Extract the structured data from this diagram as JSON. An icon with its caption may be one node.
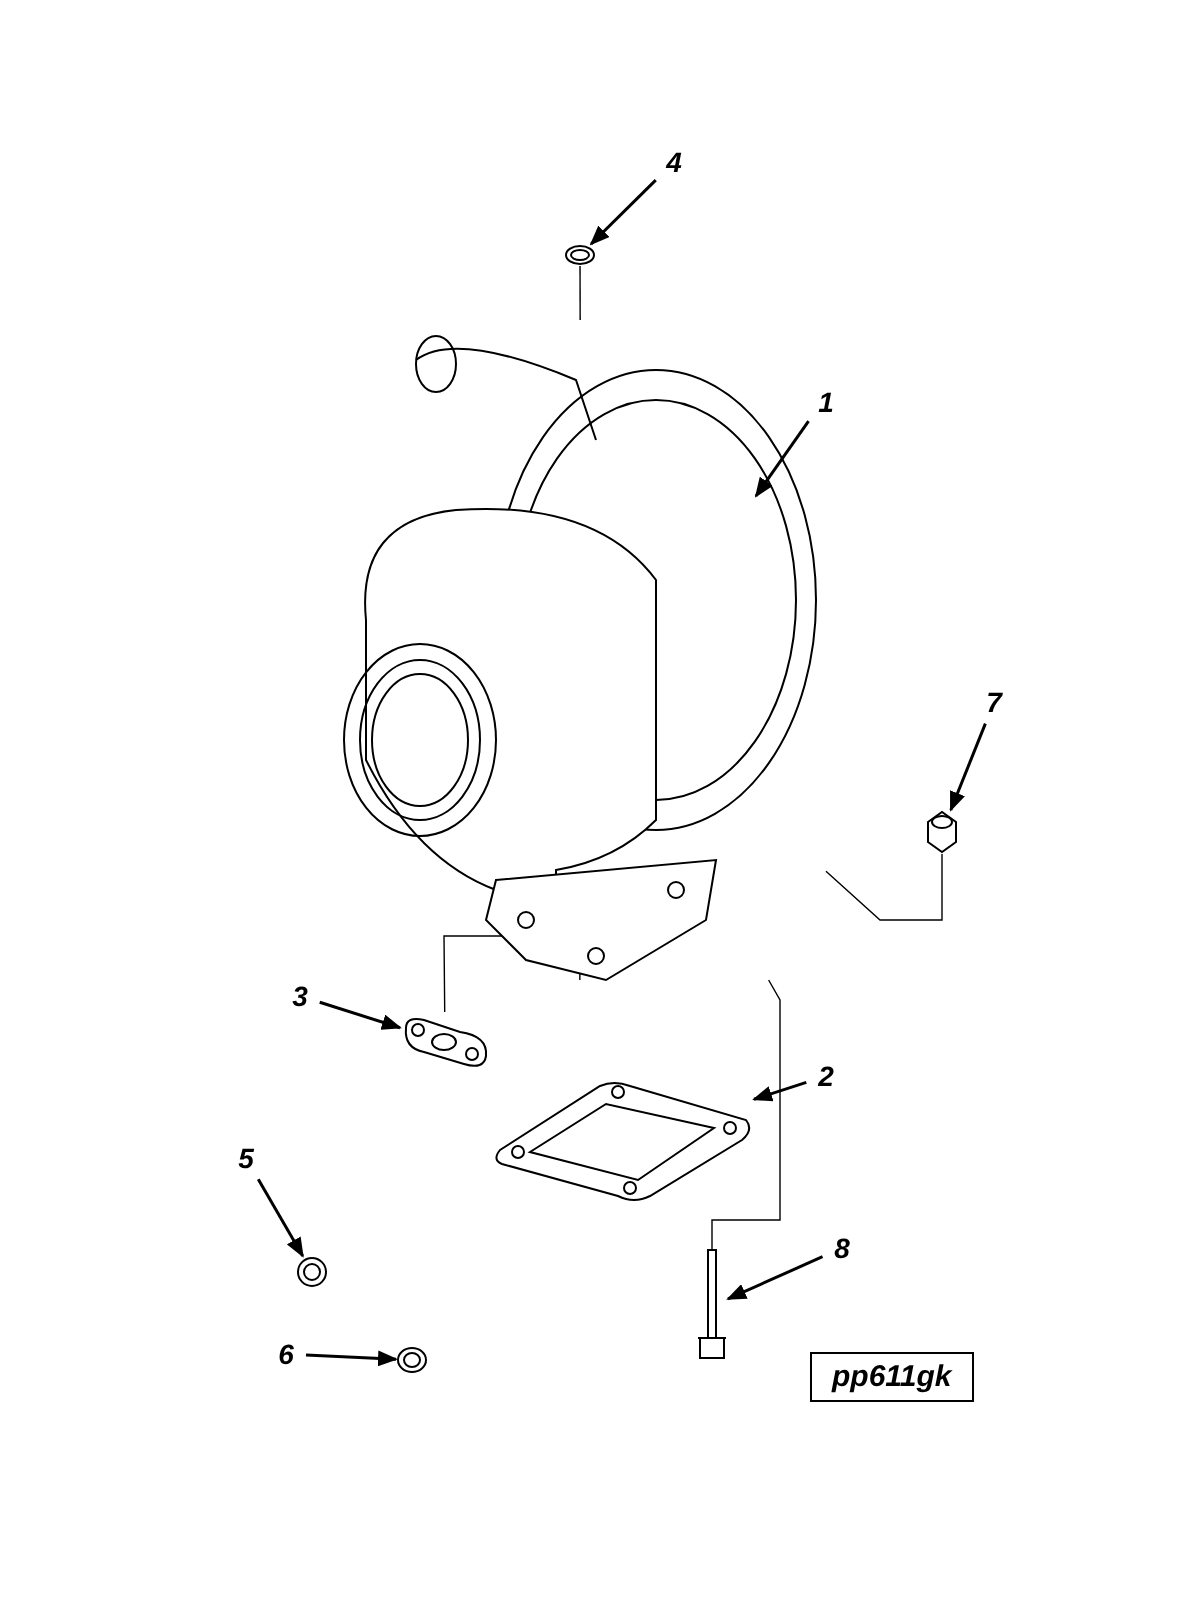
{
  "diagram": {
    "nodes": [
      {
        "text": [
          "4"
        ]
      },
      {
        "text": [
          "1"
        ]
      },
      {
        "text": [
          "7"
        ]
      },
      {
        "text": [
          "3"
        ]
      },
      {
        "text": [
          "2"
        ]
      },
      {
        "text": [
          "5"
        ]
      },
      {
        "text": [
          "8"
        ]
      },
      {
        "text": [
          "6"
        ]
      },
      {
        "text": [],
        "shape": "picture"
      },
      {
        "text": [],
        "shape": "picture"
      },
      {
        "text": [],
        "shape": "picture"
      },
      {
        "text": [],
        "shape": "picture"
      },
      {
        "text": [],
        "shape": "picture"
      },
      {
        "text": [],
        "shape": "picture"
      },
      {
        "text": [],
        "shape": "picture"
      },
      {
        "text": [],
        "shape": "picture"
      }
    ],
    "edges": [
      {
        "from": 0,
        "to": 8,
        "arrow": "to"
      },
      {
        "from": 1,
        "to": 9,
        "arrow": "to"
      },
      {
        "from": 2,
        "to": 10,
        "arrow": "to"
      },
      {
        "from": 3,
        "to": 11,
        "arrow": "to"
      },
      {
        "from": 4,
        "to": 12,
        "arrow": "to"
      },
      {
        "from": 5,
        "to": 13,
        "arrow": "to"
      },
      {
        "from": 6,
        "to": 14,
        "arrow": "to"
      },
      {
        "from": 7,
        "to": 15,
        "arrow": "to"
      },
      {
        "from": 8,
        "to": 9,
        "arrow": "none"
      },
      {
        "from": 11,
        "to": 9,
        "arrow": "none"
      },
      {
        "from": 9,
        "to": 10,
        "arrow": "none"
      },
      {
        "from": 9,
        "to": 14,
        "arrow": "none"
      }
    ],
    "labels": [
      "pp611gk"
    ]
  }
}
